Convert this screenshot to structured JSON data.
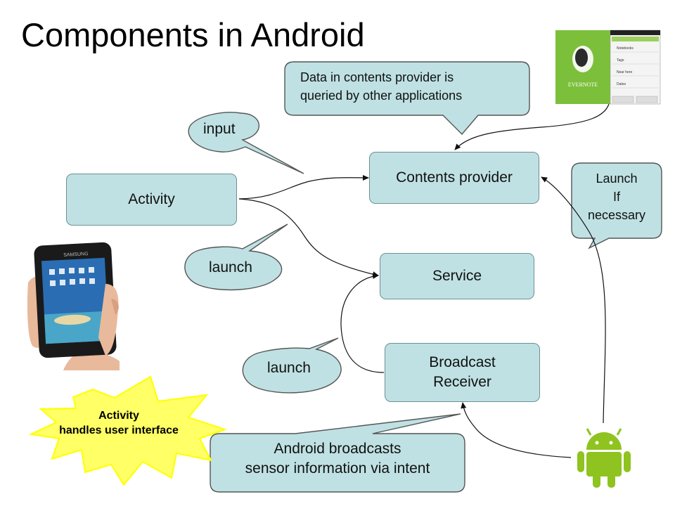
{
  "title": "Components in Android",
  "components": {
    "activity": "Activity",
    "contents_provider": "Contents provider",
    "service": "Service",
    "broadcast_receiver_line1": "Broadcast",
    "broadcast_receiver_line2": "Receiver"
  },
  "callouts": {
    "contents_provider_note_line1": "Data in contents provider is",
    "contents_provider_note_line2": "queried by other applications",
    "input": "input",
    "launch_activity": "launch",
    "launch_broadcast": "launch",
    "launch_if_necessary_line1": "Launch",
    "launch_if_necessary_line2": "If",
    "launch_if_necessary_line3": "necessary",
    "broadcast_note_line1": "Android broadcasts",
    "broadcast_note_line2": "sensor information via intent"
  },
  "burst": {
    "line1": "Activity",
    "line2": "handles user interface"
  },
  "images": {
    "evernote_logo_text": "EVERNOTE",
    "evernote_list": [
      "Notebooks",
      "Tags",
      "Near here",
      "Dates"
    ],
    "tablet_brand": "SAMSUNG"
  },
  "colors": {
    "box_fill": "#bfe1e3",
    "box_stroke": "#6f8f93",
    "burst_fill": "#ffff66",
    "android_green": "#8fc31f",
    "evernote_green": "#7cbf3a"
  }
}
